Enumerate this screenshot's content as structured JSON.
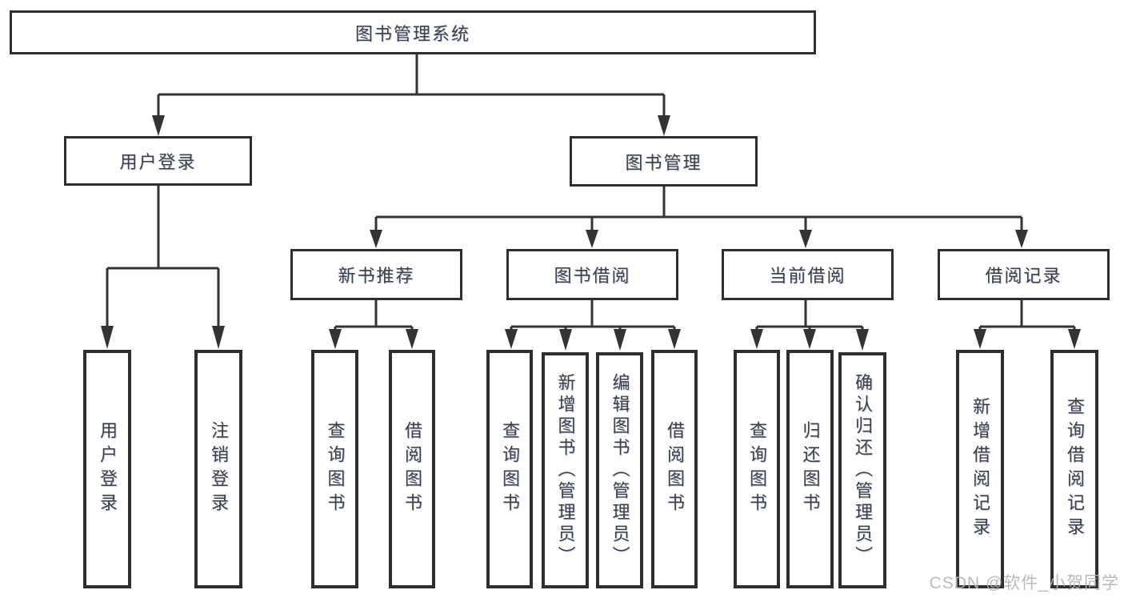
{
  "diagram_title": "图书管理系统",
  "watermark": "CSDN @软件_小贺同学",
  "colors": {
    "line": "#333333",
    "box_border": "#2e2e2e",
    "text": "#3f3f3f",
    "background": "#ffffff",
    "watermark": "#b3b3b3"
  },
  "nodes": {
    "root": "图书管理系统",
    "user_login": "用户登录",
    "book_management": "图书管理",
    "new_book_recommend": "新书推荐",
    "book_borrow": "图书借阅",
    "current_borrow": "当前借阅",
    "borrow_record": "借阅记录",
    "leaf_user_login": "用户登录",
    "leaf_logout": "注销登录",
    "leaf_recommend_query_book": "查询图书",
    "leaf_recommend_borrow_book": "借阅图书",
    "leaf_borrow_query_book": "查询图书",
    "leaf_borrow_add_book": "新增图书（管理员）",
    "leaf_borrow_edit_book": "编辑图书（管理员）",
    "leaf_borrow_borrow_book": "借阅图书",
    "leaf_current_query_book": "查询图书",
    "leaf_current_return_book": "归还图书",
    "leaf_current_confirm_return": "确认归还（管理员）",
    "leaf_record_add_record": "新增借阅记录",
    "leaf_record_query_record": "查询借阅记录"
  },
  "hierarchy": {
    "图书管理系统": {
      "用户登录": [
        "用户登录",
        "注销登录"
      ],
      "图书管理": {
        "新书推荐": [
          "查询图书",
          "借阅图书"
        ],
        "图书借阅": [
          "查询图书",
          "新增图书（管理员）",
          "编辑图书（管理员）",
          "借阅图书"
        ],
        "当前借阅": [
          "查询图书",
          "归还图书",
          "确认归还（管理员）"
        ],
        "借阅记录": [
          "新增借阅记录",
          "查询借阅记录"
        ]
      }
    }
  }
}
